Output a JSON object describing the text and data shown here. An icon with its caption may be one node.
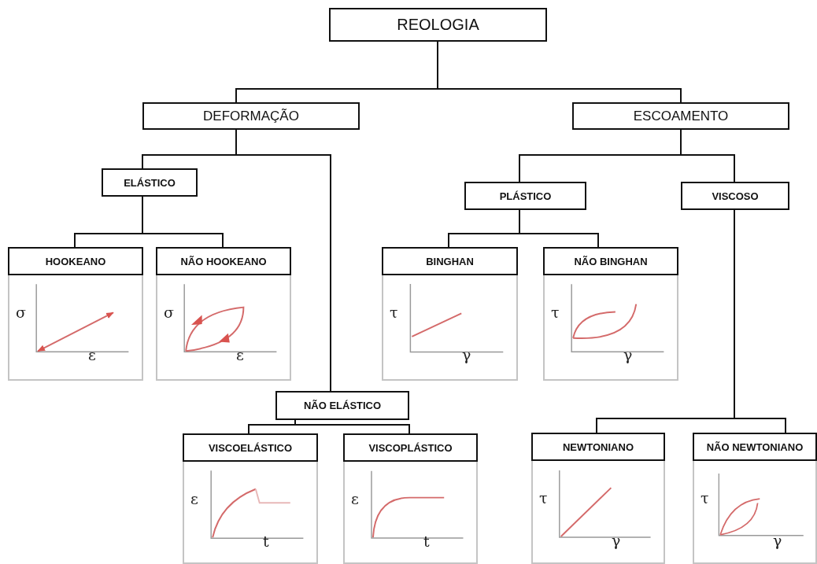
{
  "diagram": {
    "nodes": [
      {
        "text": [
          "REOLOGIA"
        ]
      },
      {
        "text": [
          "DEFORMAÇÃO"
        ]
      },
      {
        "text": [
          "ESCOAMENTO"
        ]
      },
      {
        "text": [
          "ELÁSTICO"
        ]
      },
      {
        "text": [
          "PLÁSTICO"
        ]
      },
      {
        "text": [
          "VISCOSO"
        ]
      },
      {
        "text": [
          "HOOKEANO",
          "σ",
          "ε"
        ]
      },
      {
        "text": [
          "NÃO HOOKEANO",
          "σ",
          "ε"
        ]
      },
      {
        "text": [
          "BINGHAN",
          "τ",
          "γ"
        ]
      },
      {
        "text": [
          "NÃO BINGHAN",
          "τ",
          "γ"
        ]
      },
      {
        "text": [
          "NÃO ELÁSTICO"
        ]
      },
      {
        "text": [
          "VISCOELÁSTICO",
          "ε",
          "t"
        ]
      },
      {
        "text": [
          "VISCOPLÁSTICO",
          "ε",
          "t"
        ]
      },
      {
        "text": [
          "NEWTONIANO",
          "τ",
          "γ"
        ]
      },
      {
        "text": [
          "NÃO NEWTONIANO",
          "τ",
          "γ"
        ]
      }
    ],
    "edges": [
      {
        "from": 0,
        "to": 1,
        "arrow": "none"
      },
      {
        "from": 0,
        "to": 2,
        "arrow": "none"
      },
      {
        "from": 1,
        "to": 3,
        "arrow": "none"
      },
      {
        "from": 1,
        "to": 10,
        "arrow": "none"
      },
      {
        "from": 3,
        "to": 6,
        "arrow": "none"
      },
      {
        "from": 3,
        "to": 7,
        "arrow": "none"
      },
      {
        "from": 2,
        "to": 4,
        "arrow": "none"
      },
      {
        "from": 2,
        "to": 5,
        "arrow": "none"
      },
      {
        "from": 4,
        "to": 8,
        "arrow": "none"
      },
      {
        "from": 4,
        "to": 9,
        "arrow": "none"
      },
      {
        "from": 5,
        "to": 13,
        "arrow": "none"
      },
      {
        "from": 5,
        "to": 14,
        "arrow": "none"
      },
      {
        "from": 10,
        "to": 11,
        "arrow": "none"
      },
      {
        "from": 10,
        "to": 12,
        "arrow": "none"
      }
    ]
  }
}
